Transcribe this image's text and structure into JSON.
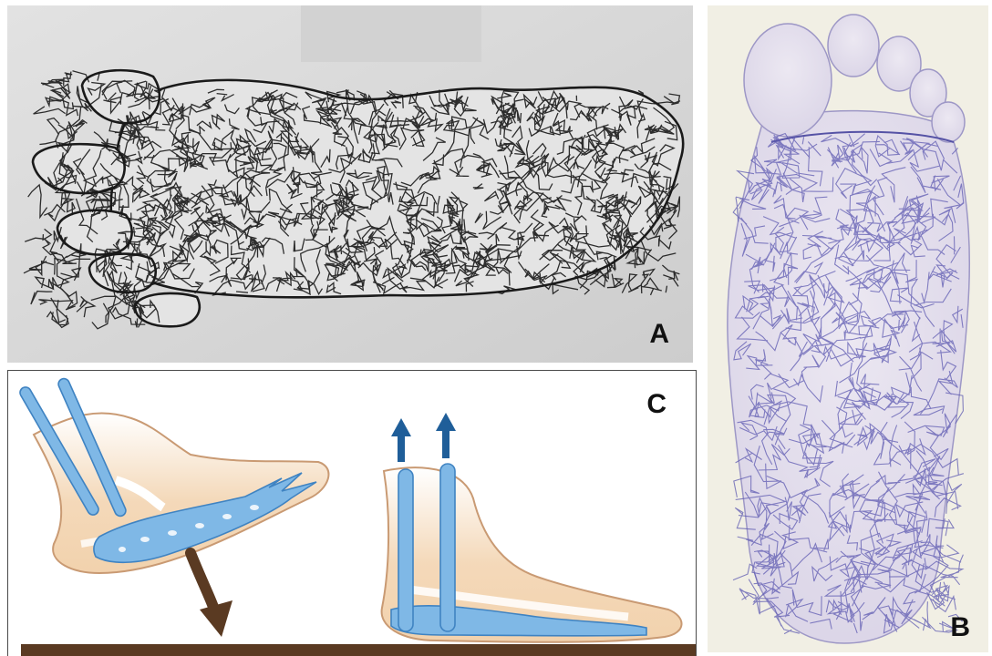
{
  "figure": {
    "panels": [
      {
        "id": "A",
        "label": "A",
        "content": "plantar-venous-network-cast-drawing"
      },
      {
        "id": "B",
        "label": "B",
        "content": "plantar-venous-plexus-illustration"
      },
      {
        "id": "C",
        "label": "C",
        "content": "foot-venous-pump-schematic"
      }
    ],
    "colors": {
      "ink": "#1a1a1a",
      "vein_blue": "#6f73c0",
      "pump_blue": "#7fb8e6",
      "pump_blue_dark": "#3f83c2",
      "skin": "#f2d2ad",
      "ground_brown": "#5a3a22",
      "arrow_blue": "#1f5e99",
      "arrow_brown": "#5a3a22"
    },
    "icons": [
      "down-arrow-icon",
      "up-arrow-icon"
    ]
  }
}
